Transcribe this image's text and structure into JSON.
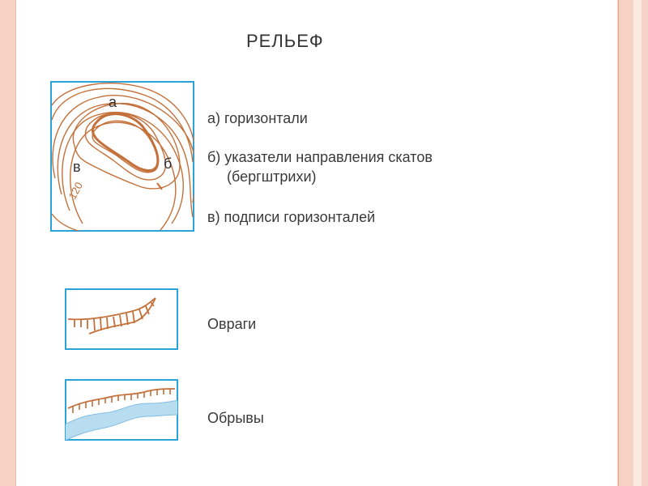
{
  "title": "РЕЛЬЕФ",
  "relief": {
    "legend": {
      "a": "а) горизонтали",
      "b_line1": "б) указатели направления скатов",
      "b_line2": "(бергштрихи)",
      "v": "в) подписи горизонталей"
    },
    "map_letters": {
      "a": "а",
      "b": "б",
      "v": "в",
      "contour_label": "120"
    }
  },
  "ravines": {
    "label": "Овраги"
  },
  "cliffs": {
    "label": "Обрывы"
  },
  "colors": {
    "contour": "#c4703a",
    "frame": "#2aa3d9",
    "water": "#b8dcf0",
    "border_pink": "#f6d2c4"
  }
}
